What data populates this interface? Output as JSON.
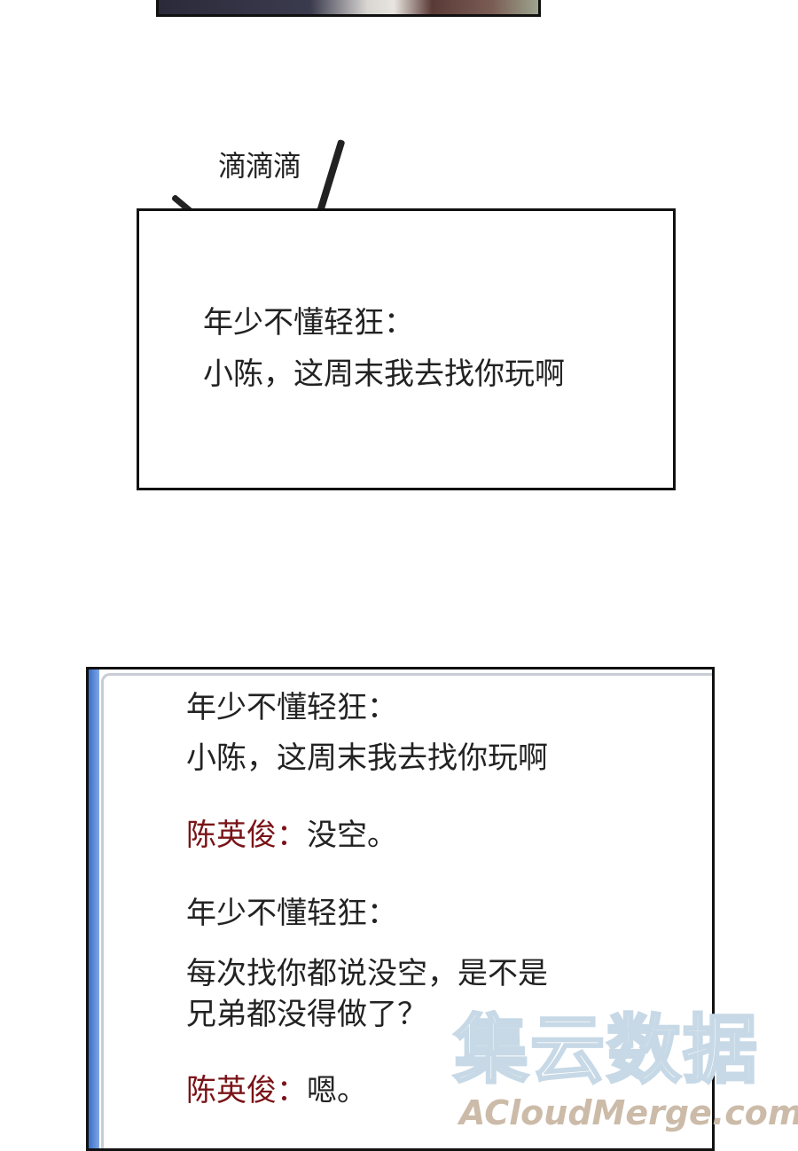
{
  "sfx": "滴滴滴",
  "panel1": {
    "sender": "年少不懂轻狂：",
    "message": "小陈，这周末我去找你玩啊"
  },
  "panel2": {
    "messages": [
      {
        "sender": "年少不懂轻狂：",
        "lines": [
          "小陈，这周末我去找你玩啊"
        ]
      },
      {
        "sender": "陈英俊：",
        "text": "没空。"
      },
      {
        "sender": "年少不懂轻狂：",
        "lines": [
          "每次找你都说没空，是不是",
          "兄弟都没得做了？"
        ]
      },
      {
        "sender": "陈英俊：",
        "text": "嗯。"
      }
    ]
  },
  "colors": {
    "friend_name": "#1d1b6b",
    "chen_name": "#7a1418",
    "window_accent": "#3a6fc8"
  },
  "watermark": {
    "cn": "集云数据",
    "en": "ACloudMerge.com"
  }
}
